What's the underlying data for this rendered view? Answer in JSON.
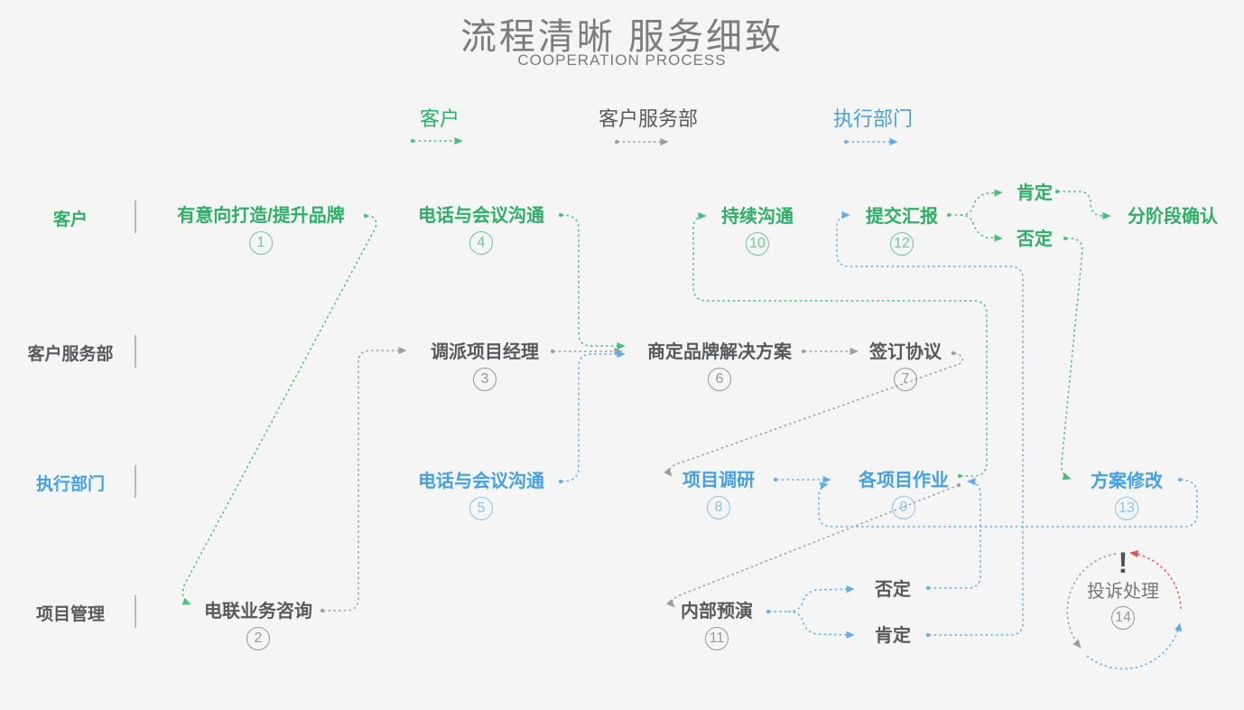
{
  "title": {
    "main": "流程清晰 服务细致",
    "subtitle": "COOPERATION PROCESS"
  },
  "columns": [
    {
      "label": "客户",
      "color": "#2fae68"
    },
    {
      "label": "客户服务部",
      "color": "#58595b"
    },
    {
      "label": "执行部门",
      "color": "#45a1e1"
    }
  ],
  "lanes": [
    {
      "label": "客户",
      "color": "#2fae68"
    },
    {
      "label": "客户服务部",
      "color": "#58595b"
    },
    {
      "label": "执行部门",
      "color": "#45a1e1"
    },
    {
      "label": "项目管理",
      "color": "#58595b"
    }
  ],
  "nodes": {
    "n1": {
      "label": "有意向打造/提升品牌",
      "num": "1",
      "color": "green"
    },
    "n2": {
      "label": "电联业务咨询",
      "num": "2",
      "color": "gray"
    },
    "n3": {
      "label": "调派项目经理",
      "num": "3",
      "color": "gray"
    },
    "n4": {
      "label": "电话与会议沟通",
      "num": "4",
      "color": "green"
    },
    "n5": {
      "label": "电话与会议沟通",
      "num": "5",
      "color": "blue"
    },
    "n6": {
      "label": "商定品牌解决方案",
      "num": "6",
      "color": "gray"
    },
    "n7": {
      "label": "签订协议",
      "num": "7",
      "color": "gray"
    },
    "n8": {
      "label": "项目调研",
      "num": "8",
      "color": "blue"
    },
    "n9": {
      "label": "各项目作业",
      "num": "9",
      "color": "blue"
    },
    "n10": {
      "label": "持续沟通",
      "num": "10",
      "color": "green"
    },
    "n11": {
      "label": "内部预演",
      "num": "11",
      "color": "gray"
    },
    "n12": {
      "label": "提交汇报",
      "num": "12",
      "color": "green"
    },
    "n13": {
      "label": "方案修改",
      "num": "13",
      "color": "blue"
    },
    "n14": {
      "label": "投诉处理",
      "num": "14",
      "color": "gray",
      "mark": "!"
    }
  },
  "decisions": {
    "d1": {
      "label": "肯定",
      "color": "green"
    },
    "d2": {
      "label": "否定",
      "color": "green"
    },
    "d3": {
      "label": "分阶段确认",
      "color": "green"
    },
    "d4": {
      "label": "否定",
      "color": "gray"
    },
    "d5": {
      "label": "肯定",
      "color": "gray"
    }
  },
  "edges": [
    {
      "from": "有意向打造/提升品牌",
      "to": "电联业务咨询",
      "color": "green"
    },
    {
      "from": "电联业务咨询",
      "to": "调派项目经理",
      "color": "gray"
    },
    {
      "from": "调派项目经理",
      "to": "商定品牌解决方案",
      "color": "gray"
    },
    {
      "from": "电话与会议沟通(4)",
      "to": "商定品牌解决方案",
      "color": "green"
    },
    {
      "from": "电话与会议沟通(5)",
      "to": "商定品牌解决方案",
      "color": "blue"
    },
    {
      "from": "商定品牌解决方案",
      "to": "签订协议",
      "color": "gray"
    },
    {
      "from": "签订协议",
      "to": "项目调研",
      "color": "gray"
    },
    {
      "from": "项目调研",
      "to": "各项目作业",
      "color": "blue"
    },
    {
      "from": "各项目作业",
      "to": "持续沟通",
      "color": "green"
    },
    {
      "from": "各项目作业",
      "to": "内部预演",
      "color": "gray"
    },
    {
      "from": "内部预演",
      "to": "否定(下)",
      "color": "blue"
    },
    {
      "from": "内部预演",
      "to": "肯定(下)",
      "color": "blue"
    },
    {
      "from": "否定(下)",
      "to": "各项目作业",
      "color": "blue"
    },
    {
      "from": "肯定(下)",
      "to": "提交汇报",
      "color": "blue"
    },
    {
      "from": "提交汇报",
      "to": "肯定(上)",
      "color": "green"
    },
    {
      "from": "提交汇报",
      "to": "否定(上)",
      "color": "green"
    },
    {
      "from": "肯定(上)",
      "to": "分阶段确认",
      "color": "green"
    },
    {
      "from": "否定(上)",
      "to": "方案修改",
      "color": "green"
    },
    {
      "from": "方案修改",
      "to": "各项目作业",
      "color": "blue"
    },
    {
      "from": "投诉处理",
      "to": "投诉处理",
      "color": "red-gray-blue-cycle"
    }
  ],
  "colors": {
    "green_line": "#4cbd80",
    "blue_line": "#63aee8",
    "gray_line": "#9c9d9e",
    "red_line": "#e5534b"
  }
}
